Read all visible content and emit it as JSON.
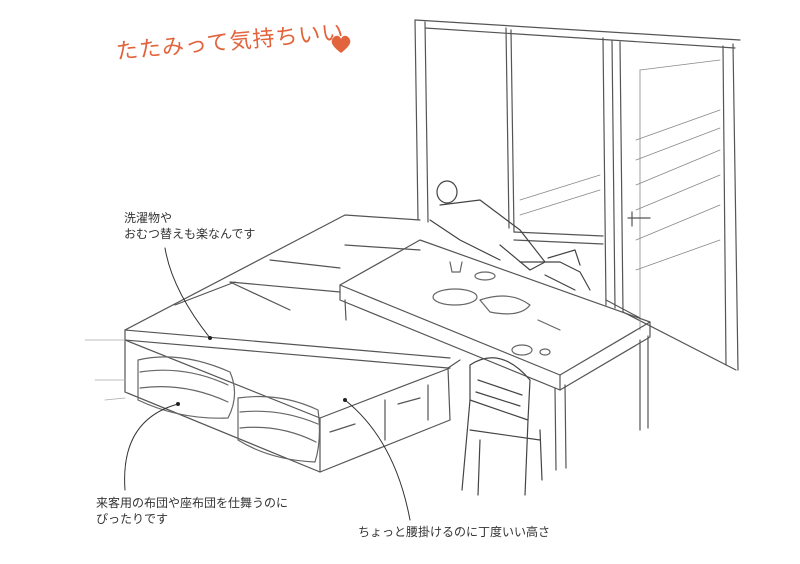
{
  "title": "たたみって気持ちいい",
  "accent_color": "#e2643c",
  "heart_icon": "heart-icon",
  "annotations": {
    "laundry": {
      "line1": "洗濯物や",
      "line2": "おむつ替えも楽なんです"
    },
    "futon": {
      "line1": "来客用の布団や座布団を仕舞うのに",
      "line2": "ぴったりです"
    },
    "height": {
      "line1": "ちょっと腰掛けるのに丁度いい高さ"
    }
  }
}
